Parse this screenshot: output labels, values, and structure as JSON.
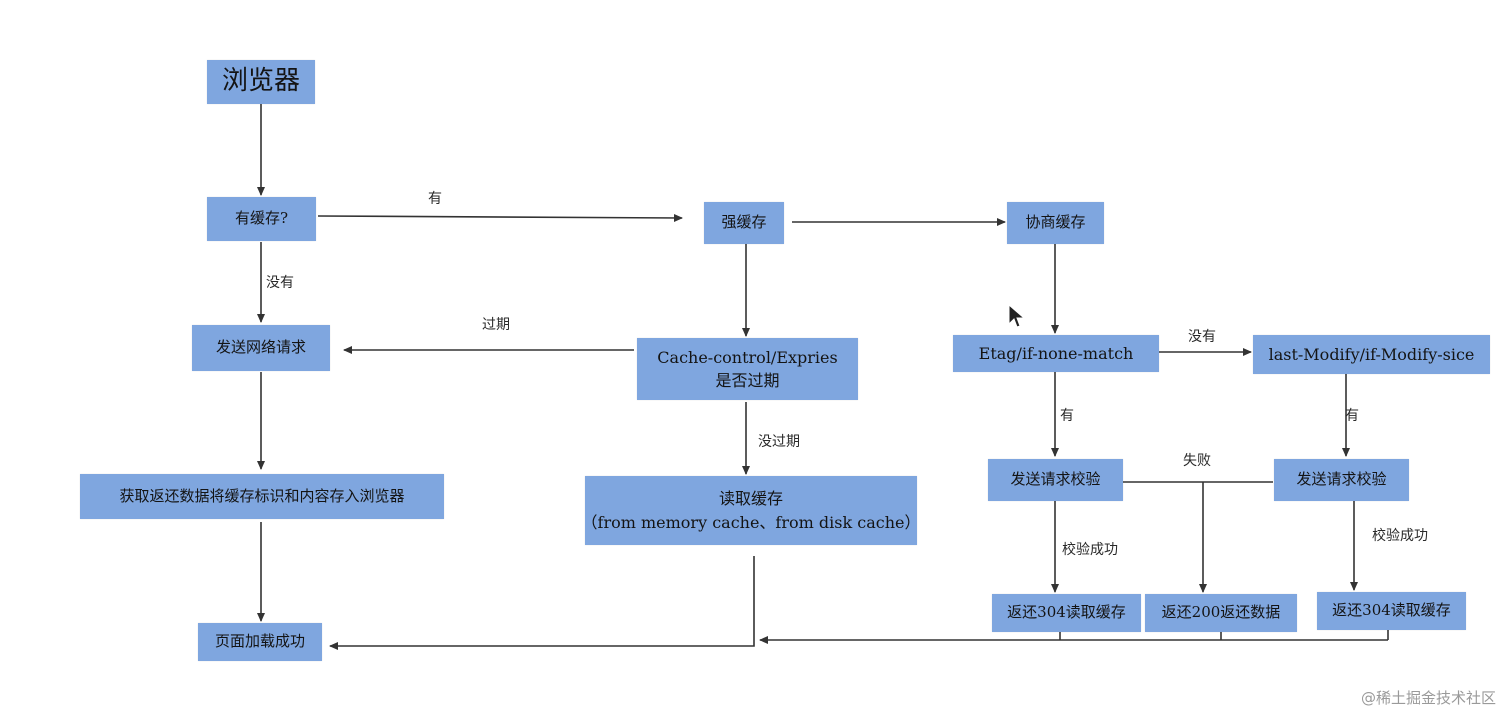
{
  "nodes": {
    "browser": "浏览器",
    "has_cache": "有缓存?",
    "strong_cache": "强缓存",
    "negotiate_cache": "协商缓存",
    "send_request": "发送网络请求",
    "cache_control_1": "Cache-control/Expries",
    "cache_control_2": "是否过期",
    "etag": "Etag/if-none-match",
    "last_modify": "last-Modify/if-Modify-sice",
    "get_data": "获取返还数据将缓存标识和内容存入浏览器",
    "read_cache_1": "读取缓存",
    "read_cache_2": "（from memory cache、from disk cache）",
    "validate_left": "发送请求校验",
    "validate_right": "发送请求校验",
    "page_loaded": "页面加载成功",
    "return_304_left": "返还304读取缓存",
    "return_200": "返还200返还数据",
    "return_304_right": "返还304读取缓存"
  },
  "edge_labels": {
    "yes_top": "有",
    "no_left": "没有",
    "expired": "过期",
    "not_expired": "没过期",
    "no_etag": "没有",
    "yes_etag": "有",
    "yes_lastmod": "有",
    "fail": "失败",
    "validate_ok_left": "校验成功",
    "validate_ok_right": "校验成功"
  },
  "watermark": "@稀土掘金技术社区",
  "colors": {
    "node_fill": "#7fa6df",
    "line": "#333333"
  }
}
